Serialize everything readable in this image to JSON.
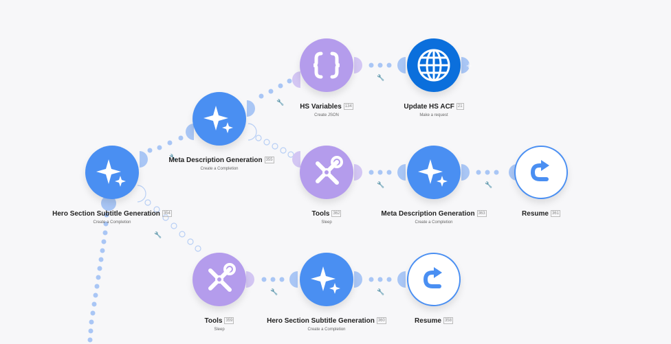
{
  "nodes": [
    {
      "key": "hero1",
      "title": "Hero Section Subtitle Generation",
      "id": "354",
      "sub": "Create a Completion",
      "icon": "sparkle-icon"
    },
    {
      "key": "meta1",
      "title": "Meta Description Generation",
      "id": "355",
      "sub": "Create a Completion",
      "icon": "sparkle-icon"
    },
    {
      "key": "hsvars",
      "title": "HS Variables",
      "id": "134",
      "sub": "Create JSON",
      "icon": "json-braces-icon"
    },
    {
      "key": "updacf",
      "title": "Update HS ACF",
      "id": "21",
      "sub": "Make a request",
      "icon": "globe-icon"
    },
    {
      "key": "tools1",
      "title": "Tools",
      "id": "362",
      "sub": "Sleep",
      "icon": "tools-icon"
    },
    {
      "key": "meta2",
      "title": "Meta Description Generation",
      "id": "363",
      "sub": "Create a Completion",
      "icon": "sparkle-icon"
    },
    {
      "key": "resume1",
      "title": "Resume",
      "id": "361",
      "sub": "",
      "icon": "resume-icon"
    },
    {
      "key": "tools2",
      "title": "Tools",
      "id": "359",
      "sub": "Sleep",
      "icon": "tools-icon"
    },
    {
      "key": "hero2",
      "title": "Hero Section Subtitle Generation",
      "id": "360",
      "sub": "Create a Completion",
      "icon": "sparkle-icon"
    },
    {
      "key": "resume2",
      "title": "Resume",
      "id": "358",
      "sub": "",
      "icon": "resume-icon"
    }
  ],
  "add_module_symbol": "+",
  "colors": {
    "blue": "#4a8ff2",
    "purple": "#b49cec",
    "dark_blue": "#0b6fdc",
    "connector": "#a9c6f5"
  }
}
